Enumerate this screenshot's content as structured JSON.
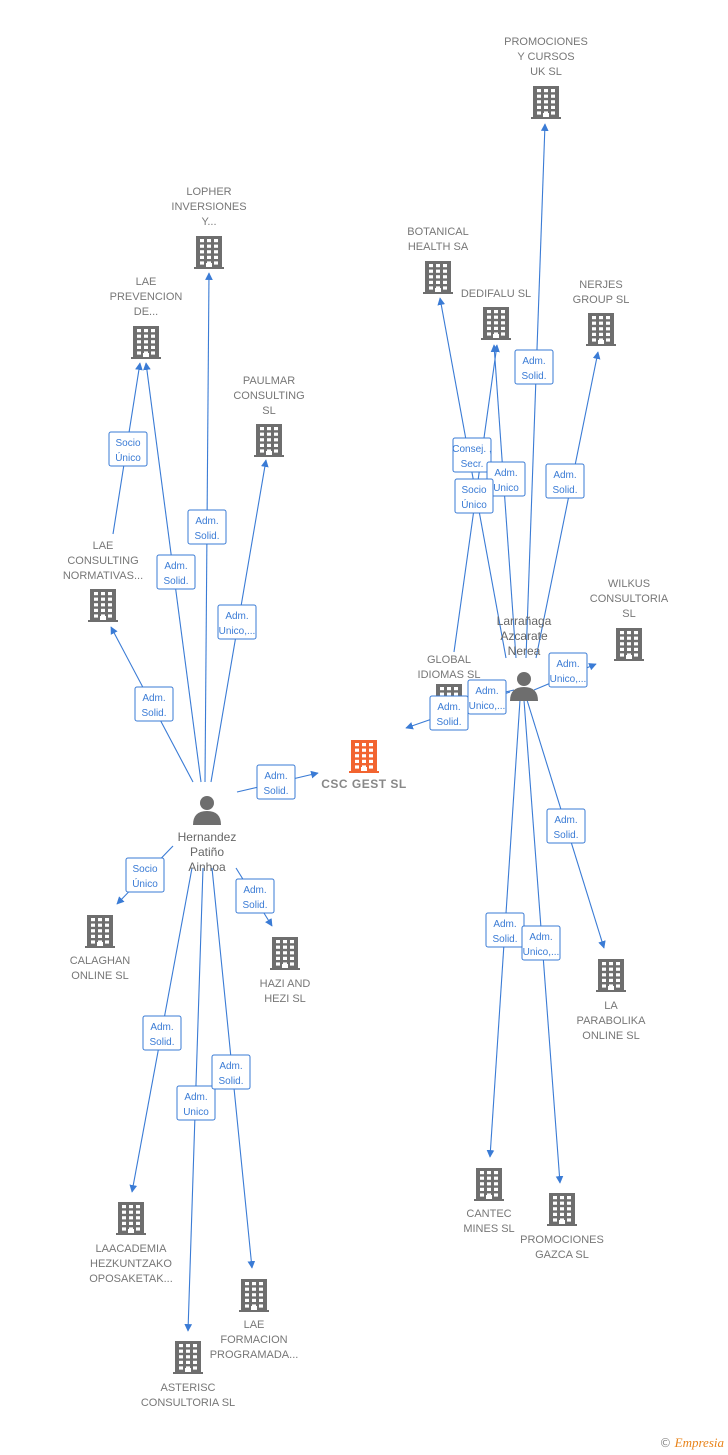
{
  "center": {
    "id": "csc",
    "label": [
      "CSC GEST  SL"
    ]
  },
  "persons": [
    {
      "id": "hernandez",
      "label": [
        "Hernandez",
        "Patiño",
        "Ainhoa"
      ]
    },
    {
      "id": "larranaga",
      "label": [
        "Larrañaga",
        "Azcarate",
        "Nerea"
      ]
    }
  ],
  "companies": [
    {
      "id": "promociones_cursos",
      "label": [
        "PROMOCIONES",
        "Y CURSOS",
        "UK SL"
      ]
    },
    {
      "id": "lopher",
      "label": [
        "LOPHER",
        "INVERSIONES",
        "Y..."
      ]
    },
    {
      "id": "botanical",
      "label": [
        "BOTANICAL",
        "HEALTH SA"
      ]
    },
    {
      "id": "dedifalu",
      "label": [
        "DEDIFALU SL"
      ]
    },
    {
      "id": "nerjes",
      "label": [
        "NERJES",
        "GROUP  SL"
      ]
    },
    {
      "id": "lae_prevencion",
      "label": [
        "LAE",
        "PREVENCION",
        "DE..."
      ]
    },
    {
      "id": "paulmar",
      "label": [
        "PAULMAR",
        "CONSULTING",
        "SL"
      ]
    },
    {
      "id": "lae_consulting",
      "label": [
        "LAE",
        "CONSULTING",
        "NORMATIVAS..."
      ]
    },
    {
      "id": "wilkus",
      "label": [
        "WILKUS",
        "CONSULTORIA",
        "SL"
      ]
    },
    {
      "id": "global_idiomas",
      "label": [
        "GLOBAL",
        "IDIOMAS SL"
      ]
    },
    {
      "id": "calaghan",
      "label": [
        "CALAGHAN",
        "ONLINE SL"
      ]
    },
    {
      "id": "hazi",
      "label": [
        "HAZI AND",
        "HEZI  SL"
      ]
    },
    {
      "id": "la_parabolika",
      "label": [
        "LA",
        "PARABOLIKA",
        "ONLINE  SL"
      ]
    },
    {
      "id": "cantec",
      "label": [
        "CANTEC",
        "MINES  SL"
      ]
    },
    {
      "id": "promociones_gazca",
      "label": [
        "PROMOCIONES",
        "GAZCA  SL"
      ]
    },
    {
      "id": "laacademia",
      "label": [
        "LAACADEMIA",
        "HEZKUNTZAKO",
        "OPOSAKETAK..."
      ]
    },
    {
      "id": "lae_formacion",
      "label": [
        "LAE",
        "FORMACION",
        "PROGRAMADA..."
      ]
    },
    {
      "id": "asterisc",
      "label": [
        "ASTERISC",
        "CONSULTORIA SL"
      ]
    }
  ],
  "edges": [
    {
      "from": "hernandez",
      "to": "csc",
      "label": [
        "Adm.",
        "Solid."
      ]
    },
    {
      "from": "hernandez",
      "to": "lopher",
      "label": [
        "Adm.",
        "Solid."
      ]
    },
    {
      "from": "hernandez",
      "to": "lae_prevencion",
      "label": [
        "Adm.",
        "Solid."
      ]
    },
    {
      "from": "lae_consulting",
      "to": "lae_prevencion",
      "label": [
        "Socio",
        "Único"
      ]
    },
    {
      "from": "hernandez",
      "to": "paulmar",
      "label": [
        "Adm.",
        "Unico,..."
      ]
    },
    {
      "from": "hernandez",
      "to": "lae_consulting",
      "label": [
        "Adm.",
        "Solid."
      ]
    },
    {
      "from": "hernandez",
      "to": "calaghan",
      "label": [
        "Socio",
        "Único"
      ]
    },
    {
      "from": "hernandez",
      "to": "hazi",
      "label": [
        "Adm.",
        "Solid."
      ]
    },
    {
      "from": "hernandez",
      "to": "laacademia",
      "label": [
        "Adm.",
        "Solid."
      ]
    },
    {
      "from": "hernandez",
      "to": "asterisc",
      "label": [
        "Adm.",
        "Unico"
      ]
    },
    {
      "from": "hernandez",
      "to": "lae_formacion",
      "label": [
        "Adm.",
        "Solid."
      ]
    },
    {
      "from": "larranaga",
      "to": "promociones_cursos",
      "label": [
        "Adm.",
        "Solid."
      ]
    },
    {
      "from": "larranaga",
      "to": "botanical",
      "label": [
        "Consej. ,",
        "Secr."
      ]
    },
    {
      "from": "larranaga",
      "to": "dedifalu",
      "label": [
        "Adm.",
        "Unico"
      ]
    },
    {
      "from": "global_idiomas",
      "to": "dedifalu",
      "label": [
        "Socio",
        "Único"
      ]
    },
    {
      "from": "larranaga",
      "to": "nerjes",
      "label": [
        "Adm.",
        "Solid."
      ]
    },
    {
      "from": "larranaga",
      "to": "wilkus",
      "label": [
        "Adm.",
        "Unico,..."
      ]
    },
    {
      "from": "larranaga",
      "to": "global_idiomas",
      "label": [
        "Adm.",
        "Unico,..."
      ]
    },
    {
      "from": "larranaga",
      "to": "csc",
      "label": [
        "Adm.",
        "Solid."
      ]
    },
    {
      "from": "larranaga",
      "to": "la_parabolika",
      "label": [
        "Adm.",
        "Solid."
      ]
    },
    {
      "from": "larranaga",
      "to": "cantec",
      "label": [
        "Adm.",
        "Solid."
      ]
    },
    {
      "from": "larranaga",
      "to": "promociones_gazca",
      "label": [
        "Adm.",
        "Unico,..."
      ]
    }
  ],
  "colors": {
    "edge": "#3a7bd5",
    "building": "#6e6e6e",
    "center_building": "#f26430",
    "person": "#6e6e6e"
  },
  "footer": {
    "copyright": "©",
    "brand": "Empresia"
  }
}
